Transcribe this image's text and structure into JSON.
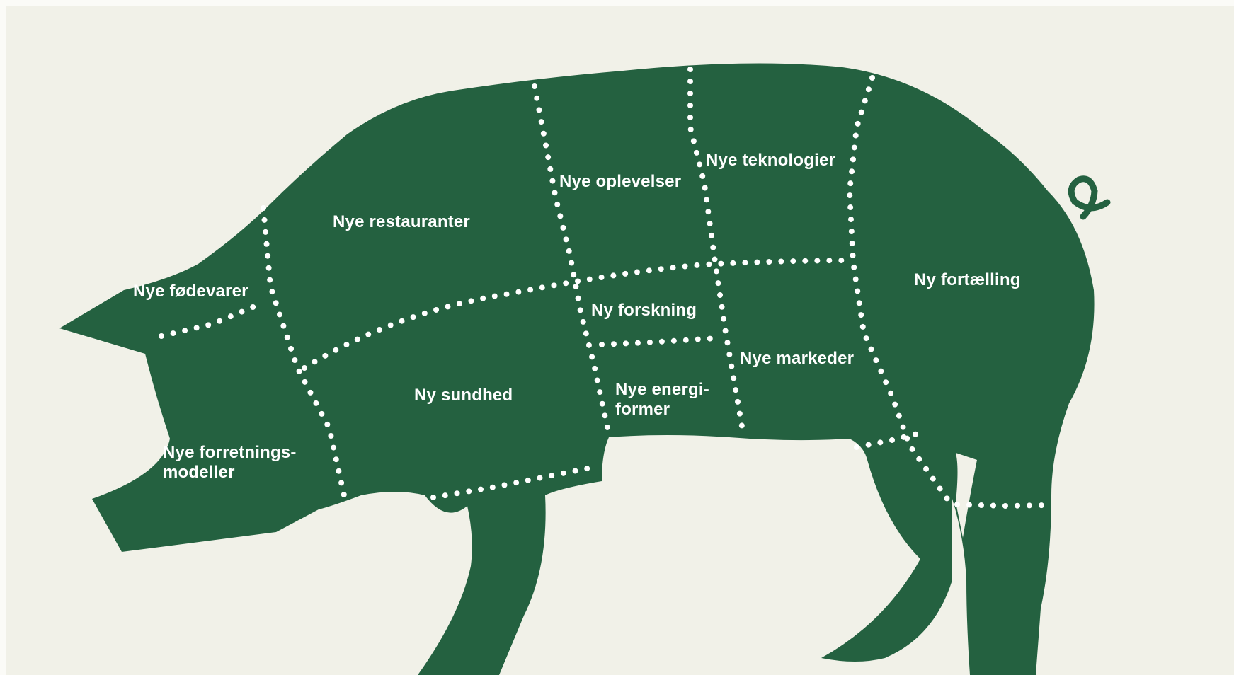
{
  "colors": {
    "pig": "#246140",
    "background": "#f1f1e8",
    "dots": "#ffffff"
  },
  "cuts": {
    "nye_restauranter": "Nye restauranter",
    "nye_oplevelser": "Nye oplevelser",
    "nye_teknologier": "Nye teknologier",
    "nye_fodevarer": "Nye fødevarer",
    "ny_fortaelling": "Ny fortælling",
    "ny_forskning": "Ny forskning",
    "nye_markeder": "Nye markeder",
    "ny_sundhed": "Ny sundhed",
    "nye_energiformer": "Nye energi-\nformer",
    "nye_forretningsmodeller": "Nye forretnings-\nmodeller"
  }
}
